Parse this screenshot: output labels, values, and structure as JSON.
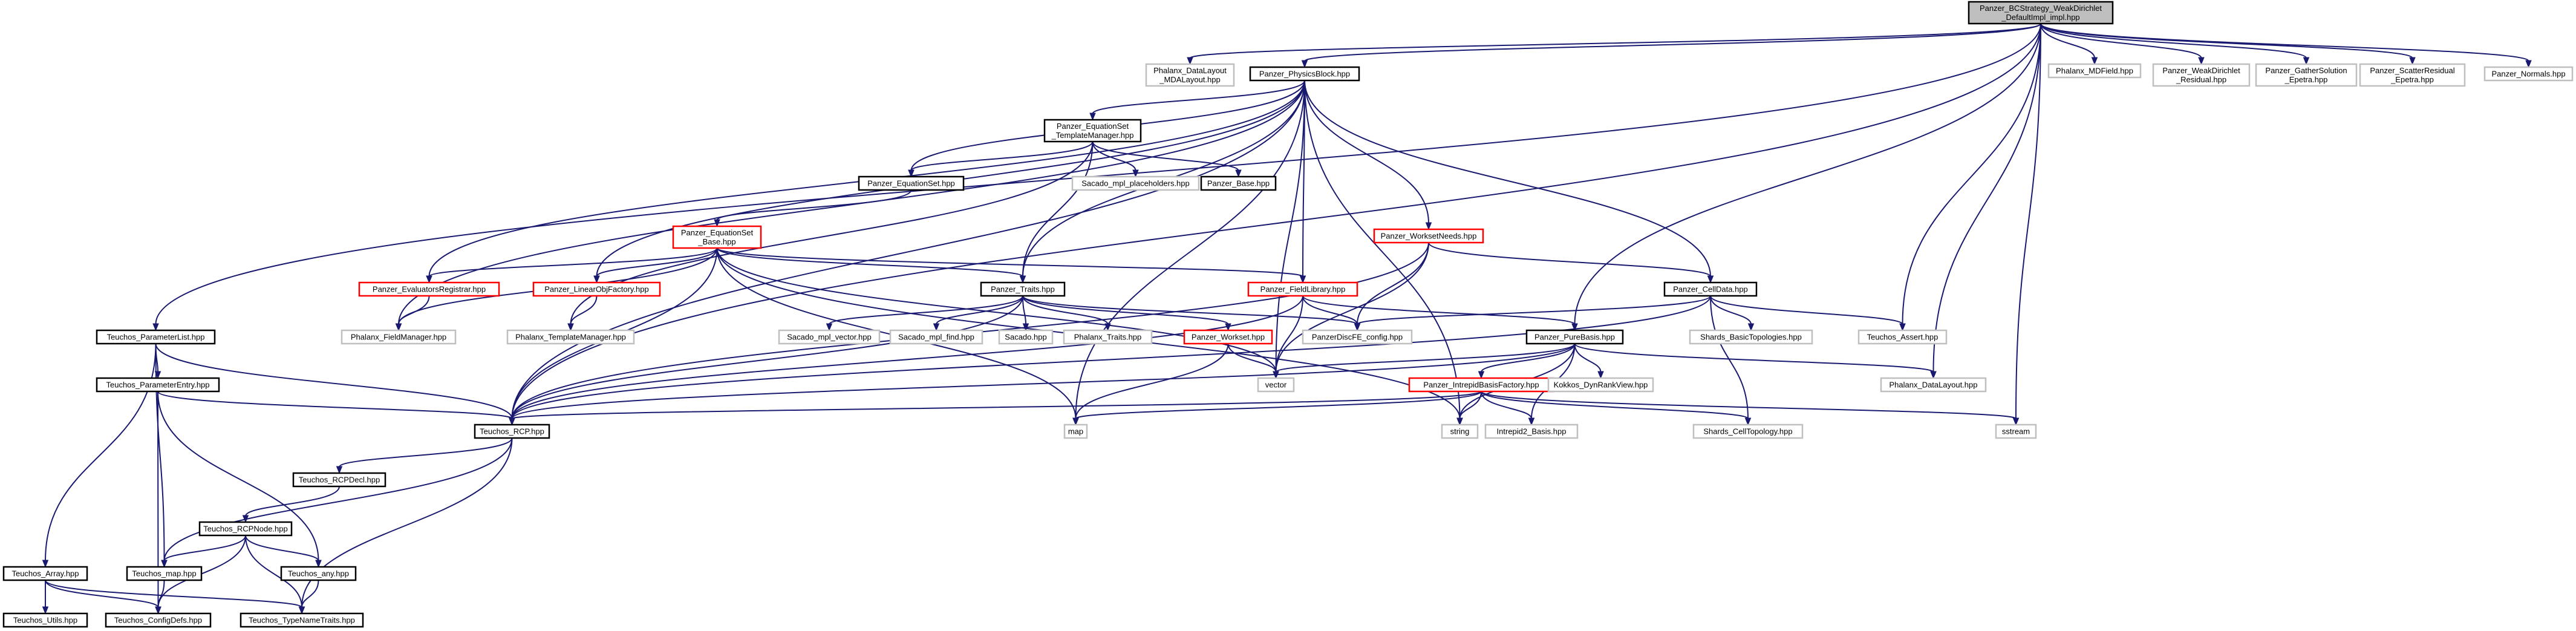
{
  "colors": {
    "root_fill": "#bfbfbf",
    "fill": "#ffffff",
    "documented_border": "#000000",
    "undocumented_border": "#bfbfbf",
    "incomplete_border": "#ff0000",
    "edge": "#191970"
  },
  "nodes": [
    {
      "id": "root",
      "lines": [
        "Panzer_BCStrategy_WeakDirichlet",
        "_DefaultImpl_impl.hpp"
      ],
      "border": "root"
    },
    {
      "id": "phx_mdalayout",
      "lines": [
        "Phalanx_DataLayout",
        "_MDALayout.hpp"
      ],
      "border": "undocumented"
    },
    {
      "id": "physicsblock",
      "lines": [
        "Panzer_PhysicsBlock.hpp"
      ],
      "border": "documented"
    },
    {
      "id": "phx_mdfield",
      "lines": [
        "Phalanx_MDField.hpp"
      ],
      "border": "undocumented"
    },
    {
      "id": "wd_residual",
      "lines": [
        "Panzer_WeakDirichlet",
        "_Residual.hpp"
      ],
      "border": "undocumented"
    },
    {
      "id": "gather_epetra",
      "lines": [
        "Panzer_GatherSolution",
        "_Epetra.hpp"
      ],
      "border": "undocumented"
    },
    {
      "id": "scatter_epetra",
      "lines": [
        "Panzer_ScatterResidual",
        "_Epetra.hpp"
      ],
      "border": "undocumented"
    },
    {
      "id": "normals",
      "lines": [
        "Panzer_Normals.hpp"
      ],
      "border": "undocumented"
    },
    {
      "id": "eqset_tm",
      "lines": [
        "Panzer_EquationSet",
        "_TemplateManager.hpp"
      ],
      "border": "documented"
    },
    {
      "id": "eqset",
      "lines": [
        "Panzer_EquationSet.hpp"
      ],
      "border": "documented"
    },
    {
      "id": "mpl_placeholders",
      "lines": [
        "Sacado_mpl_placeholders.hpp"
      ],
      "border": "undocumented"
    },
    {
      "id": "panzer_base",
      "lines": [
        "Panzer_Base.hpp"
      ],
      "border": "documented"
    },
    {
      "id": "eqset_base",
      "lines": [
        "Panzer_EquationSet",
        "_Base.hpp"
      ],
      "border": "incomplete"
    },
    {
      "id": "worksetneeds",
      "lines": [
        "Panzer_WorksetNeeds.hpp"
      ],
      "border": "incomplete"
    },
    {
      "id": "eval_registrar",
      "lines": [
        "Panzer_EvaluatorsRegistrar.hpp"
      ],
      "border": "incomplete"
    },
    {
      "id": "lof",
      "lines": [
        "Panzer_LinearObjFactory.hpp"
      ],
      "border": "incomplete"
    },
    {
      "id": "traits",
      "lines": [
        "Panzer_Traits.hpp"
      ],
      "border": "documented"
    },
    {
      "id": "fieldlibrary",
      "lines": [
        "Panzer_FieldLibrary.hpp"
      ],
      "border": "incomplete"
    },
    {
      "id": "celldata",
      "lines": [
        "Panzer_CellData.hpp"
      ],
      "border": "documented"
    },
    {
      "id": "phx_fieldmanager",
      "lines": [
        "Phalanx_FieldManager.hpp"
      ],
      "border": "undocumented"
    },
    {
      "id": "phx_tm",
      "lines": [
        "Phalanx_TemplateManager.hpp"
      ],
      "border": "undocumented"
    },
    {
      "id": "mpl_vector",
      "lines": [
        "Sacado_mpl_vector.hpp"
      ],
      "border": "undocumented"
    },
    {
      "id": "mpl_find",
      "lines": [
        "Sacado_mpl_find.hpp"
      ],
      "border": "undocumented"
    },
    {
      "id": "sacado",
      "lines": [
        "Sacado.hpp"
      ],
      "border": "undocumented"
    },
    {
      "id": "phx_traits",
      "lines": [
        "Phalanx_Traits.hpp"
      ],
      "border": "undocumented"
    },
    {
      "id": "workset",
      "lines": [
        "Panzer_Workset.hpp"
      ],
      "border": "incomplete"
    },
    {
      "id": "discfe",
      "lines": [
        "PanzerDiscFE_config.hpp"
      ],
      "border": "undocumented"
    },
    {
      "id": "purebasis",
      "lines": [
        "Panzer_PureBasis.hpp"
      ],
      "border": "documented"
    },
    {
      "id": "shards_basictop",
      "lines": [
        "Shards_BasicTopologies.hpp"
      ],
      "border": "undocumented"
    },
    {
      "id": "teuchos_assert",
      "lines": [
        "Teuchos_Assert.hpp"
      ],
      "border": "undocumented"
    },
    {
      "id": "paramlist",
      "lines": [
        "Teuchos_ParameterList.hpp"
      ],
      "border": "documented"
    },
    {
      "id": "paramentry",
      "lines": [
        "Teuchos_ParameterEntry.hpp"
      ],
      "border": "documented"
    },
    {
      "id": "vector",
      "lines": [
        "vector"
      ],
      "border": "undocumented"
    },
    {
      "id": "intrepid_factory",
      "lines": [
        "Panzer_IntrepidBasisFactory.hpp"
      ],
      "border": "incomplete"
    },
    {
      "id": "kokkos_dynrank",
      "lines": [
        "Kokkos_DynRankView.hpp"
      ],
      "border": "undocumented"
    },
    {
      "id": "phx_datalayout",
      "lines": [
        "Phalanx_DataLayout.hpp"
      ],
      "border": "undocumented"
    },
    {
      "id": "rcp",
      "lines": [
        "Teuchos_RCP.hpp"
      ],
      "border": "documented"
    },
    {
      "id": "map",
      "lines": [
        "map"
      ],
      "border": "undocumented"
    },
    {
      "id": "string",
      "lines": [
        "string"
      ],
      "border": "undocumented"
    },
    {
      "id": "intrepid2_basis",
      "lines": [
        "Intrepid2_Basis.hpp"
      ],
      "border": "undocumented"
    },
    {
      "id": "shards_celltop",
      "lines": [
        "Shards_CellTopology.hpp"
      ],
      "border": "undocumented"
    },
    {
      "id": "sstream",
      "lines": [
        "sstream"
      ],
      "border": "undocumented"
    },
    {
      "id": "rcpdecl",
      "lines": [
        "Teuchos_RCPDecl.hpp"
      ],
      "border": "documented"
    },
    {
      "id": "rcpnode",
      "lines": [
        "Teuchos_RCPNode.hpp"
      ],
      "border": "documented"
    },
    {
      "id": "teuchos_array",
      "lines": [
        "Teuchos_Array.hpp"
      ],
      "border": "documented"
    },
    {
      "id": "teuchos_map",
      "lines": [
        "Teuchos_map.hpp"
      ],
      "border": "documented"
    },
    {
      "id": "teuchos_any",
      "lines": [
        "Teuchos_any.hpp"
      ],
      "border": "documented"
    },
    {
      "id": "teuchos_utils",
      "lines": [
        "Teuchos_Utils.hpp"
      ],
      "border": "documented"
    },
    {
      "id": "configdefs",
      "lines": [
        "Teuchos_ConfigDefs.hpp"
      ],
      "border": "documented"
    },
    {
      "id": "typenametraits",
      "lines": [
        "Teuchos_TypeNameTraits.hpp"
      ],
      "border": "documented"
    }
  ],
  "edges": [
    [
      "root",
      "phx_mdalayout"
    ],
    [
      "root",
      "physicsblock"
    ],
    [
      "root",
      "phx_mdfield"
    ],
    [
      "root",
      "wd_residual"
    ],
    [
      "root",
      "gather_epetra"
    ],
    [
      "root",
      "scatter_epetra"
    ],
    [
      "root",
      "normals"
    ],
    [
      "root",
      "paramlist"
    ],
    [
      "root",
      "rcp"
    ],
    [
      "root",
      "purebasis"
    ],
    [
      "root",
      "teuchos_assert"
    ],
    [
      "root",
      "phx_datalayout"
    ],
    [
      "root",
      "sstream"
    ],
    [
      "physicsblock",
      "eqset_tm"
    ],
    [
      "physicsblock",
      "eqset"
    ],
    [
      "physicsblock",
      "worksetneeds"
    ],
    [
      "physicsblock",
      "fieldlibrary"
    ],
    [
      "physicsblock",
      "celldata"
    ],
    [
      "physicsblock",
      "eval_registrar"
    ],
    [
      "physicsblock",
      "lof"
    ],
    [
      "physicsblock",
      "traits"
    ],
    [
      "physicsblock",
      "phx_fieldmanager"
    ],
    [
      "physicsblock",
      "rcp"
    ],
    [
      "physicsblock",
      "vector"
    ],
    [
      "physicsblock",
      "string"
    ],
    [
      "physicsblock",
      "map"
    ],
    [
      "eqset_tm",
      "eqset"
    ],
    [
      "eqset_tm",
      "mpl_placeholders"
    ],
    [
      "eqset_tm",
      "panzer_base"
    ],
    [
      "eqset_tm",
      "traits"
    ],
    [
      "eqset_tm",
      "phx_tm"
    ],
    [
      "eqset",
      "eqset_base"
    ],
    [
      "eqset_base",
      "eval_registrar"
    ],
    [
      "eqset_base",
      "lof"
    ],
    [
      "eqset_base",
      "traits"
    ],
    [
      "eqset_base",
      "fieldlibrary"
    ],
    [
      "eqset_base",
      "phx_fieldmanager"
    ],
    [
      "eqset_base",
      "rcp"
    ],
    [
      "eqset_base",
      "vector"
    ],
    [
      "eqset_base",
      "map"
    ],
    [
      "eqset_base",
      "string"
    ],
    [
      "worksetneeds",
      "celldata"
    ],
    [
      "worksetneeds",
      "discfe"
    ],
    [
      "worksetneeds",
      "vector"
    ],
    [
      "worksetneeds",
      "rcp"
    ],
    [
      "eval_registrar",
      "phx_fieldmanager"
    ],
    [
      "lof",
      "phx_tm"
    ],
    [
      "traits",
      "mpl_vector"
    ],
    [
      "traits",
      "mpl_find"
    ],
    [
      "traits",
      "sacado"
    ],
    [
      "traits",
      "phx_traits"
    ],
    [
      "traits",
      "workset"
    ],
    [
      "traits",
      "discfe"
    ],
    [
      "traits",
      "rcp"
    ],
    [
      "fieldlibrary",
      "purebasis"
    ],
    [
      "fieldlibrary",
      "discfe"
    ],
    [
      "fieldlibrary",
      "vector"
    ],
    [
      "fieldlibrary",
      "rcp"
    ],
    [
      "celldata",
      "discfe"
    ],
    [
      "celldata",
      "shards_basictop"
    ],
    [
      "celldata",
      "teuchos_assert"
    ],
    [
      "celldata",
      "shards_celltop"
    ],
    [
      "celldata",
      "rcp"
    ],
    [
      "workset",
      "vector"
    ],
    [
      "workset",
      "map"
    ],
    [
      "purebasis",
      "intrepid_factory"
    ],
    [
      "purebasis",
      "kokkos_dynrank"
    ],
    [
      "purebasis",
      "phx_datalayout"
    ],
    [
      "purebasis",
      "rcp"
    ],
    [
      "purebasis",
      "string"
    ],
    [
      "purebasis",
      "intrepid2_basis"
    ],
    [
      "purebasis",
      "vector"
    ],
    [
      "intrepid_factory",
      "rcp"
    ],
    [
      "intrepid_factory",
      "map"
    ],
    [
      "intrepid_factory",
      "string"
    ],
    [
      "intrepid_factory",
      "intrepid2_basis"
    ],
    [
      "intrepid_factory",
      "shards_celltop"
    ],
    [
      "intrepid_factory",
      "sstream"
    ],
    [
      "paramlist",
      "paramentry"
    ],
    [
      "paramlist",
      "rcp"
    ],
    [
      "paramlist",
      "teuchos_array"
    ],
    [
      "paramlist",
      "teuchos_map"
    ],
    [
      "paramentry",
      "rcp"
    ],
    [
      "paramentry",
      "teuchos_any"
    ],
    [
      "paramentry",
      "configdefs"
    ],
    [
      "rcp",
      "rcpdecl"
    ],
    [
      "rcp",
      "teuchos_map"
    ],
    [
      "rcp",
      "typenametraits"
    ],
    [
      "rcpdecl",
      "rcpnode"
    ],
    [
      "rcpnode",
      "teuchos_map"
    ],
    [
      "rcpnode",
      "teuchos_any"
    ],
    [
      "rcpnode",
      "configdefs"
    ],
    [
      "rcpnode",
      "typenametraits"
    ],
    [
      "teuchos_array",
      "teuchos_utils"
    ],
    [
      "teuchos_array",
      "configdefs"
    ],
    [
      "teuchos_array",
      "typenametraits"
    ],
    [
      "teuchos_map",
      "configdefs"
    ],
    [
      "teuchos_any",
      "typenametraits"
    ]
  ]
}
